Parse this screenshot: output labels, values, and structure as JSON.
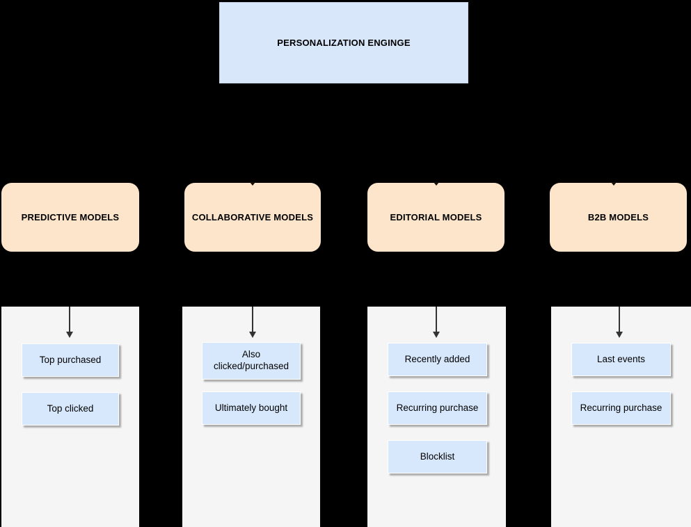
{
  "title": {
    "text": "PERSONALIZATION ENGINGE"
  },
  "groups": [
    {
      "header": "PREDICTIVE MODELS",
      "items": [
        "Top purchased",
        "Top clicked"
      ]
    },
    {
      "header": "COLLABORATIVE MODELS",
      "items": [
        "Also clicked/purchased",
        "Ultimately bought"
      ]
    },
    {
      "header": "EDITORIAL MODELS",
      "items": [
        "Recently added",
        "Recurring purchase",
        "Blocklist"
      ]
    },
    {
      "header": "B2B MODELS",
      "items": [
        "Last events",
        "Recurring purchase"
      ]
    }
  ],
  "colors": {
    "background": "#000000",
    "root_fill": "#d9e7fb",
    "category_fill": "#fde5cb",
    "container_fill": "#f5f5f5",
    "item_fill": "#d8e8fc",
    "arrow": "#333333",
    "text": "#000000"
  }
}
